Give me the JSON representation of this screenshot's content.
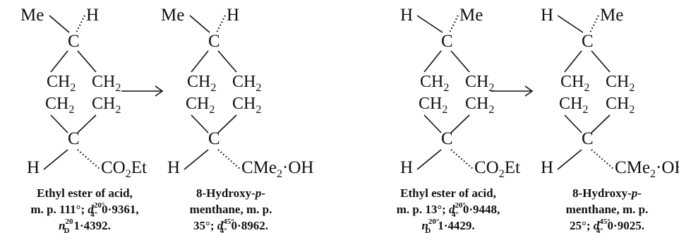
{
  "atoms": {
    "methyl": "Me",
    "hydrogen": "H",
    "carbon": "C",
    "ch": "CH",
    "ch2_sub": "2",
    "ester_lead": "CO",
    "ester_sub": "2",
    "ester_tail": "Et",
    "hydroxy_lead": "CMe",
    "hydroxy_sub": "2",
    "hydroxy_tail": "·OH"
  },
  "captions": {
    "ester_a": {
      "line1": "Ethyl ester of acid,",
      "line2_pre": "m. p. 111°;",
      "line2_val": "0·9361,",
      "line3_val": "1·4392."
    },
    "product_a": {
      "line1": "8-Hydroxy-",
      "line1_p": "p",
      "line1_dash": "-",
      "line2": "menthane, m. p.",
      "line3_pre": "35°;",
      "line3_val": "0·8962."
    },
    "ester_b": {
      "line1": "Ethyl ester of acid,",
      "line2_pre": "m. p. 13°;",
      "line2_val": "0·9448,",
      "line3_val": "1·4429."
    },
    "product_b": {
      "line1": "8-Hydroxy-",
      "line1_p": "p",
      "line1_dash": "-",
      "line2": "menthane, m. p.",
      "line3_pre": "25°;",
      "line3_val": "0·9025."
    }
  },
  "symbols": {
    "d": "d",
    "d_sub": "4°",
    "n": "n",
    "n_sub": "D",
    "sup_20": "20°",
    "sup_45": "45°",
    "sup_20_plain": "20"
  }
}
